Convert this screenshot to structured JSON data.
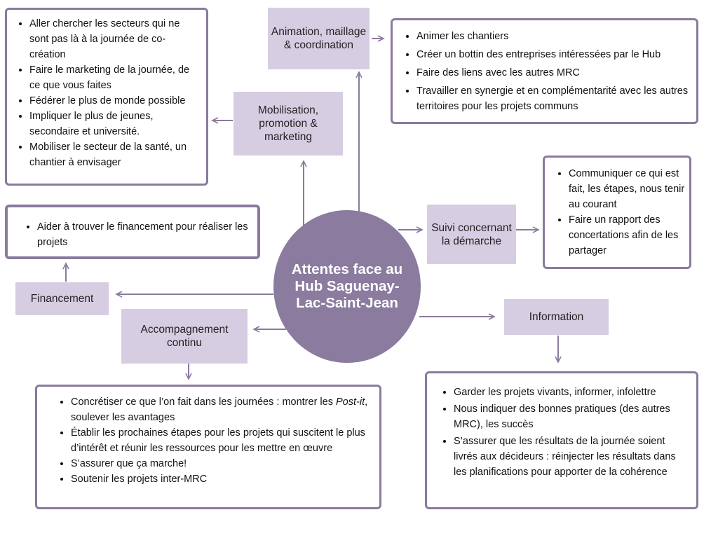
{
  "center": {
    "title": "Attentes face au Hub Saguenay-Lac-Saint-Jean"
  },
  "categories": {
    "animation": "Animation, maillage & coordination",
    "mobilisation": "Mobilisation, promotion & marketing",
    "suivi": "Suivi concernant la démarche",
    "financement": "Financement",
    "accompagnement": "Accompagnement continu",
    "information": "Information"
  },
  "boxes": {
    "mobilisation": [
      "Aller chercher les secteurs qui ne sont pas là à la journée de co-création",
      "Faire le marketing de la journée, de ce que vous faites",
      "Fédérer le plus de monde possible",
      "Impliquer le plus de jeunes, secondaire et université.",
      "Mobiliser le secteur de la santé, un chantier à envisager"
    ],
    "animation": [
      "Animer les chantiers",
      "Créer un bottin des entreprises intéressées par le Hub",
      "Faire des liens avec les autres MRC",
      "Travailler en synergie et en complémentarité avec les autres territoires pour les projets communs"
    ],
    "financement": [
      "Aider à trouver le financement pour réaliser les projets"
    ],
    "suivi": [
      "Communiquer ce qui est fait, les étapes, nous tenir au courant",
      "Faire un rapport des concertations afin de les partager"
    ],
    "accompagnement": {
      "item1_before": "Concrétiser ce que l’on fait dans les journées : montrer les ",
      "item1_em": "Post-it",
      "item1_after": ", soulever les avantages",
      "item2": "Établir les prochaines étapes pour les projets qui suscitent le plus d’intérêt et réunir les ressources pour les mettre en œuvre",
      "item3": "S’assurer que ça marche!",
      "item4": "Soutenir les projets inter-MRC"
    },
    "information": [
      "Garder les projets vivants, informer, infolettre",
      "Nous indiquer des bonnes pratiques (des autres MRC), les succès",
      "S’assurer que les résultats de la journée soient livrés aux décideurs : réinjecter les résultats dans les planifications pour apporter de la cohérence"
    ]
  },
  "colors": {
    "category_fill": "#d7cde2",
    "circle_fill": "#8b7b9f",
    "border": "#8a7a9e",
    "arrow": "#8a7a9e"
  }
}
